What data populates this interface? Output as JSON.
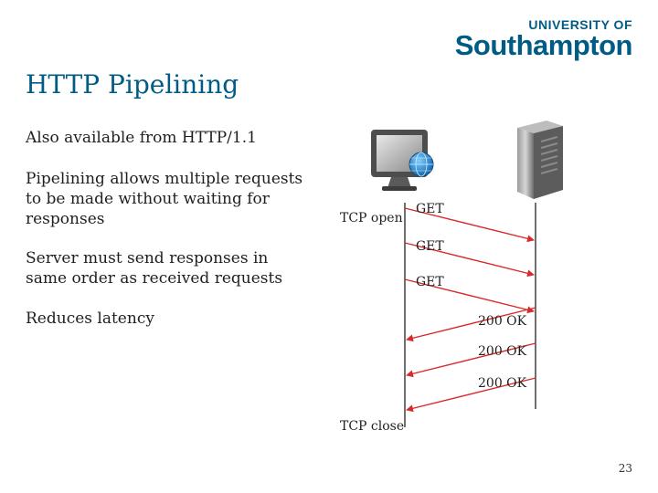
{
  "logo": {
    "line1": "UNIVERSITY OF",
    "line2": "Southampton"
  },
  "slide": {
    "title": "HTTP Pipelining",
    "bullets": [
      "Also available from HTTP/1.1",
      "Pipelining allows multiple requests to be made without waiting for responses",
      "Server must send responses in same order as received requests",
      "Reduces latency"
    ],
    "page_number": "23"
  },
  "diagram": {
    "client_icon": "computer-icon",
    "server_icon": "server-tower-icon",
    "tcp_open": "TCP open",
    "tcp_close": "TCP close",
    "requests": [
      "GET",
      "GET",
      "GET"
    ],
    "responses": [
      "200 OK",
      "200 OK",
      "200 OK"
    ],
    "arrow_color": "#d92b2b"
  }
}
